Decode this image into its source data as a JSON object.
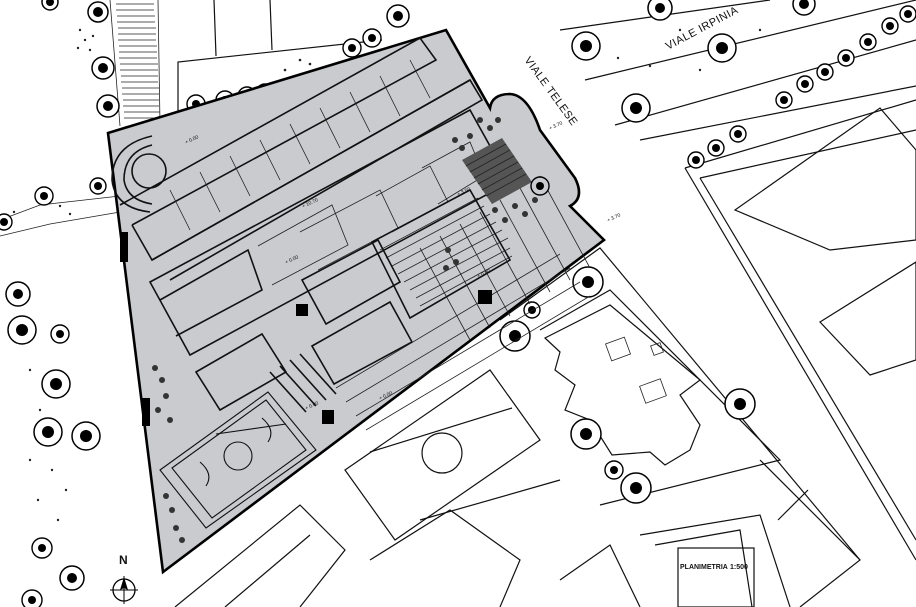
{
  "streets": {
    "viale_irpinia": "VIALE IRPINIA",
    "viale_telese": "VIALE TELESE"
  },
  "elevations": [
    {
      "id": "elev-1",
      "text": "+ 0.00"
    },
    {
      "id": "elev-2",
      "text": "+ 10.70"
    },
    {
      "id": "elev-3",
      "text": "+ 0.00"
    },
    {
      "id": "elev-4",
      "text": "+ 3.50"
    },
    {
      "id": "elev-5",
      "text": "+ 0.00"
    },
    {
      "id": "elev-6",
      "text": "+ 3.70"
    },
    {
      "id": "elev-7",
      "text": "+ 3.70"
    },
    {
      "id": "elev-8",
      "text": "+ 0.00"
    },
    {
      "id": "elev-9",
      "text": "+ 0.00"
    }
  ],
  "title_block": {
    "title": "PLANIMETRIA",
    "scale": "1:500"
  },
  "north_arrow": {
    "label": "N"
  },
  "colors": {
    "site_fill": "#c9cbcf",
    "line": "#111111",
    "background": "#ffffff"
  }
}
